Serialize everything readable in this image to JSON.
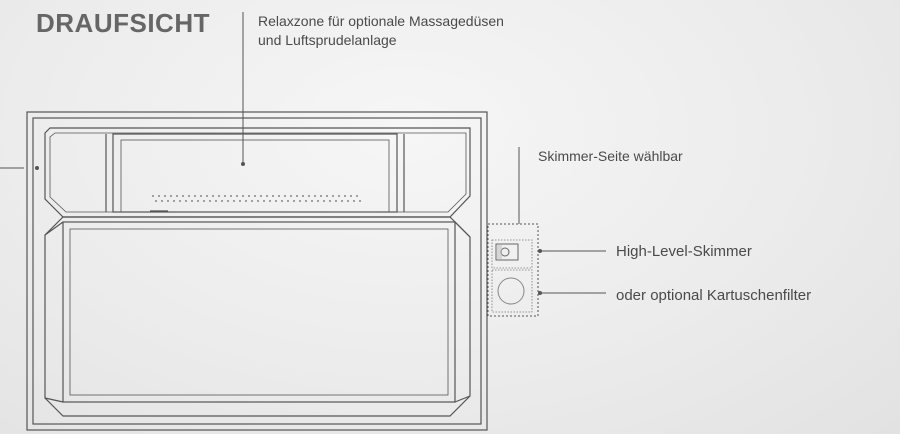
{
  "title": "DRAUFSICHT",
  "labels": {
    "relaxzone": "Relaxzone für optionale Massagedüsen",
    "relaxzone_line2": "und Luftsprudelanlage",
    "skimmer_side": "Skimmer-Seite wählbar",
    "high_level_skimmer": "High-Level-Skimmer",
    "cartridge_filter": "oder optional Kartuschenfilter"
  },
  "colors": {
    "line": "#555555",
    "background": "#eeeeee"
  }
}
